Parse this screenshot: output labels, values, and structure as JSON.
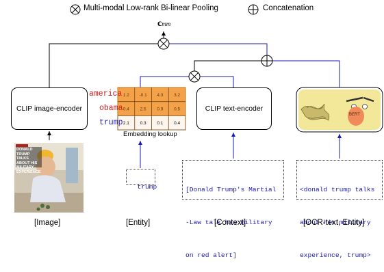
{
  "legend": {
    "mlb_label": "Multi-modal Low-rank Bi-linear Pooling",
    "concat_label": "Concatenation"
  },
  "output_symbol": {
    "main": "c",
    "sub": "mm"
  },
  "encoders": {
    "image": "CLIP image-encoder",
    "text": "CLIP text-encoder",
    "bert": "BERT"
  },
  "embedding": {
    "caption": "Embedding lookup",
    "rows": [
      {
        "word": "america",
        "values": [
          "1.2",
          "-0.1",
          "4.3",
          "3.2"
        ]
      },
      {
        "word": "obama",
        "values": [
          "0.4",
          "2.5",
          "0.9",
          "0.5"
        ]
      },
      {
        "word": "trump",
        "values": [
          "2.1",
          "0.3",
          "0.1",
          "0.4"
        ]
      }
    ]
  },
  "inputs": {
    "image_caption": "DONALD TRUMP TALKS ABOUT HIS MILITARY EXPERIENCE",
    "entity": "trump",
    "context_lines": [
      "[Donald Trump's Martial",
      "-Law talk has military",
      "on red alert]"
    ],
    "ocr_lines": [
      "<donald trump talks",
      "about his military",
      "experience, trump>"
    ]
  },
  "bottom_labels": [
    "[Image]",
    "[Entity]",
    "[Context]",
    "[OCR-text, Entity]"
  ]
}
